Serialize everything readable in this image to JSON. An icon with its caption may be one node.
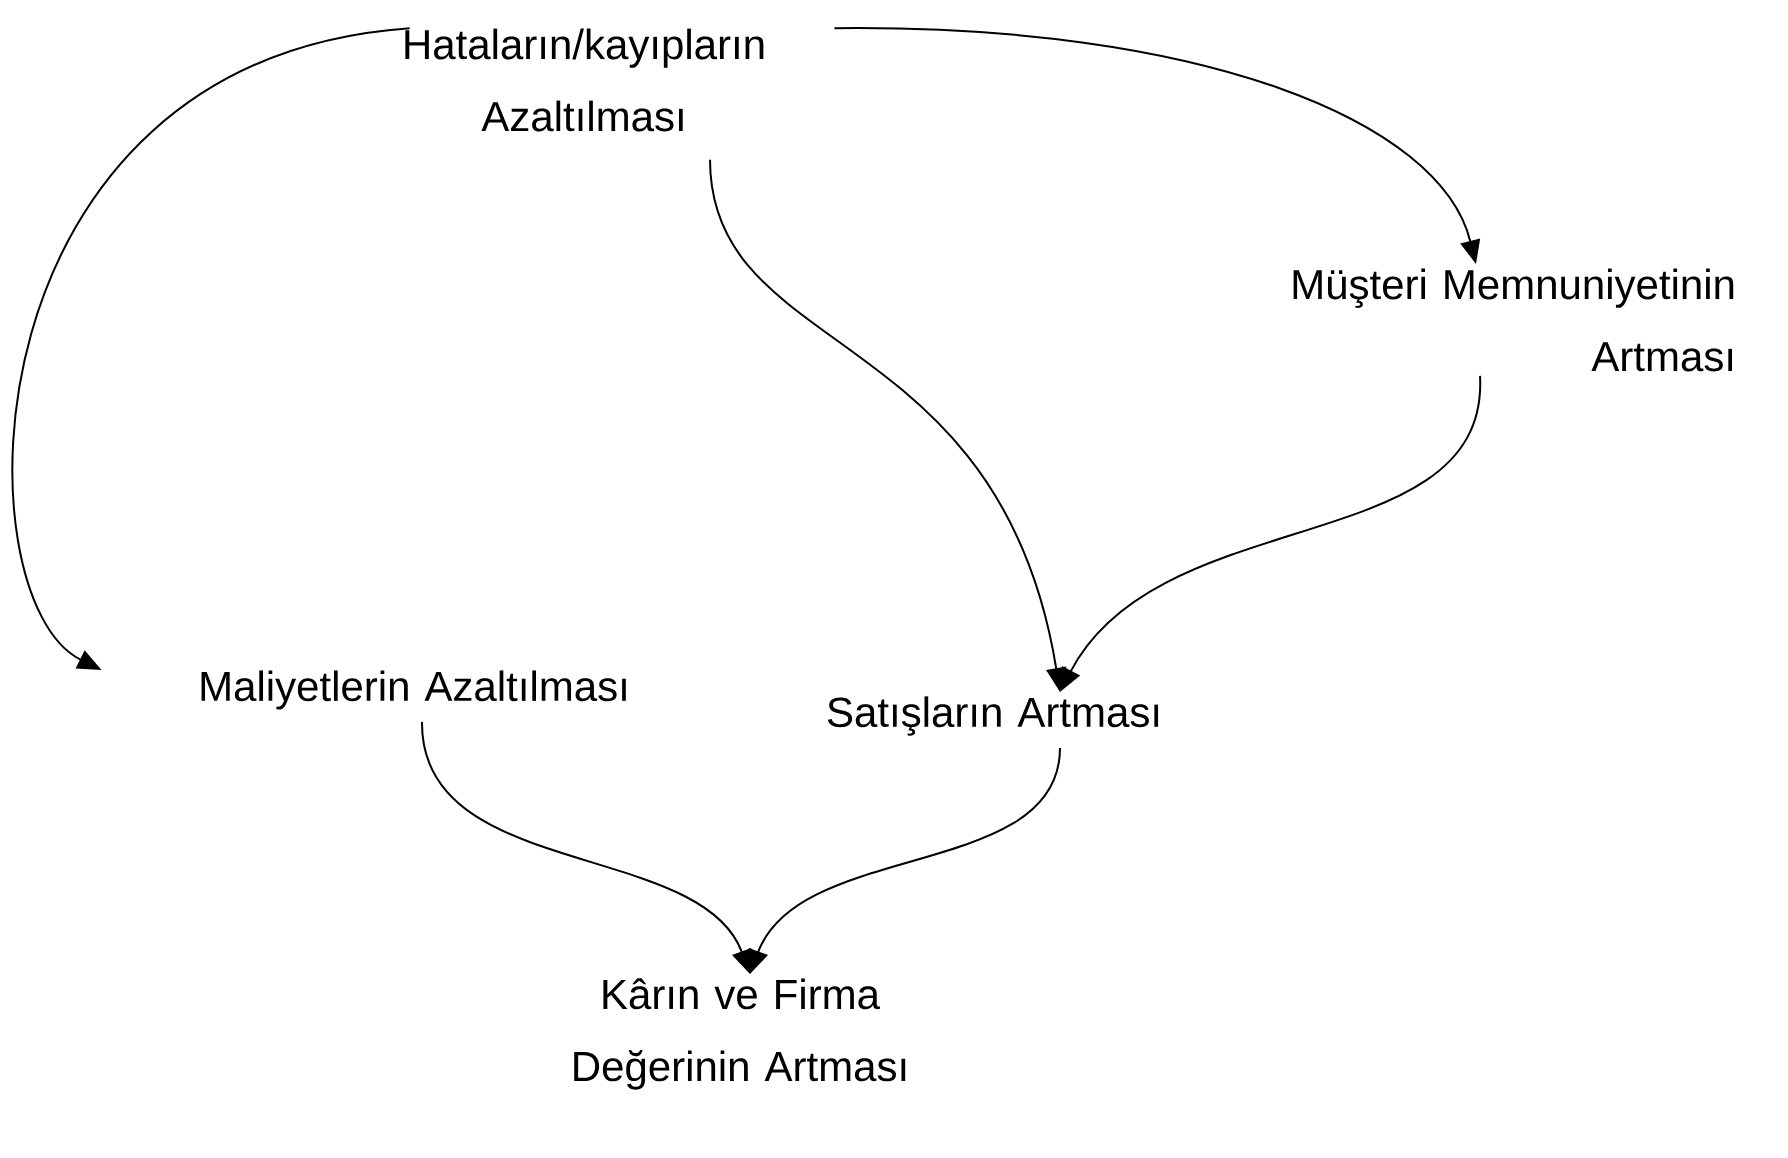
{
  "diagram": {
    "nodes": [
      {
        "text": [
          "Hataların/kayıpların Azaltılması"
        ]
      },
      {
        "text": [
          "Müşteri Memnuniyetinin Artması"
        ]
      },
      {
        "text": [
          "Maliyetlerin Azaltılması"
        ]
      },
      {
        "text": [
          "Satışların Artması"
        ]
      },
      {
        "text": [
          "Kârın ve Firma Değerinin Artması"
        ]
      }
    ],
    "edges": [
      {
        "from": 0,
        "to": 1,
        "arrow": "to"
      },
      {
        "from": 0,
        "to": 2,
        "arrow": "to"
      },
      {
        "from": 0,
        "to": 3,
        "arrow": "to"
      },
      {
        "from": 1,
        "to": 3,
        "arrow": "to"
      },
      {
        "from": 2,
        "to": 4,
        "arrow": "to"
      },
      {
        "from": 3,
        "to": 4,
        "arrow": "to"
      }
    ]
  }
}
